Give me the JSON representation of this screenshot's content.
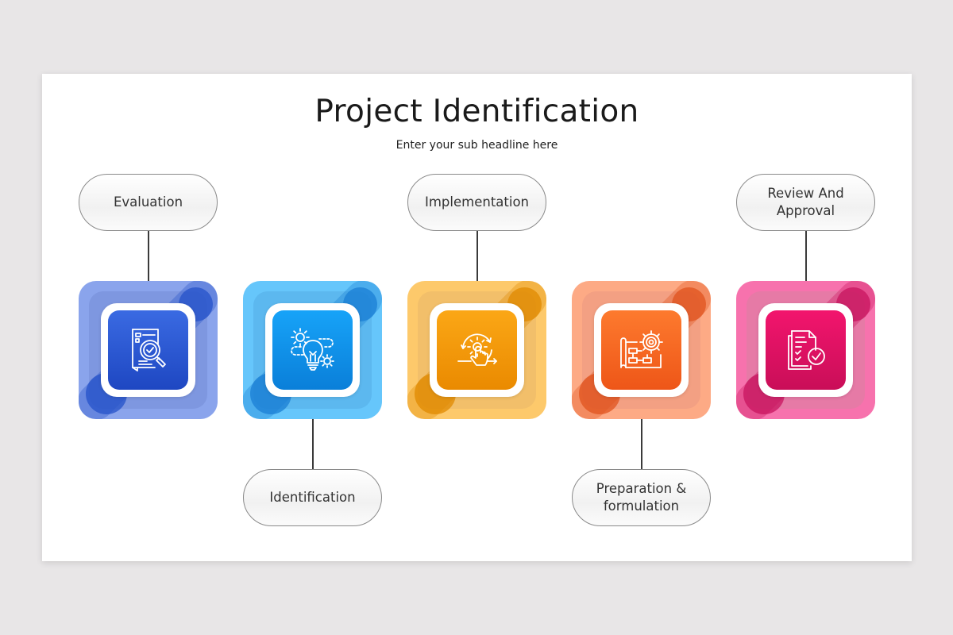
{
  "slide": {
    "title": "Project Identification",
    "subtitle": "Enter your sub headline here"
  },
  "steps": [
    {
      "label": "Evaluation",
      "position": "top",
      "icon": "document-search-check-icon",
      "colors": {
        "outer": "#8aa4ec",
        "layer": "#7e97e0",
        "dark": "#2452c9",
        "tile_top": "#3a6ae2",
        "tile_bottom": "#1e47c2"
      }
    },
    {
      "label": "Identification",
      "position": "bottom",
      "icon": "lightbulb-gears-icon",
      "colors": {
        "outer": "#66c6fb",
        "layer": "#5cb8ef",
        "dark": "#1a7fd4",
        "tile_top": "#17a3f8",
        "tile_bottom": "#0a7fd9"
      }
    },
    {
      "label": "Implementation",
      "position": "top",
      "icon": "gear-touch-cycle-icon",
      "colors": {
        "outer": "#fdc96b",
        "layer": "#f2bf6a",
        "dark": "#e08a00",
        "tile_top": "#fba716",
        "tile_bottom": "#ea8a00"
      }
    },
    {
      "label": "Preparation &\nformulation",
      "position": "bottom",
      "icon": "blueprint-gear-icon",
      "colors": {
        "outer": "#fdaa85",
        "layer": "#f3a083",
        "dark": "#e0531d",
        "tile_top": "#fd7a2e",
        "tile_bottom": "#ee5618"
      }
    },
    {
      "label": "Review And\nApproval",
      "position": "top",
      "icon": "documents-approved-icon",
      "colors": {
        "outer": "#f772ad",
        "layer": "#e67aa6",
        "dark": "#c8145f",
        "tile_top": "#f2156d",
        "tile_bottom": "#c90e58"
      }
    }
  ]
}
